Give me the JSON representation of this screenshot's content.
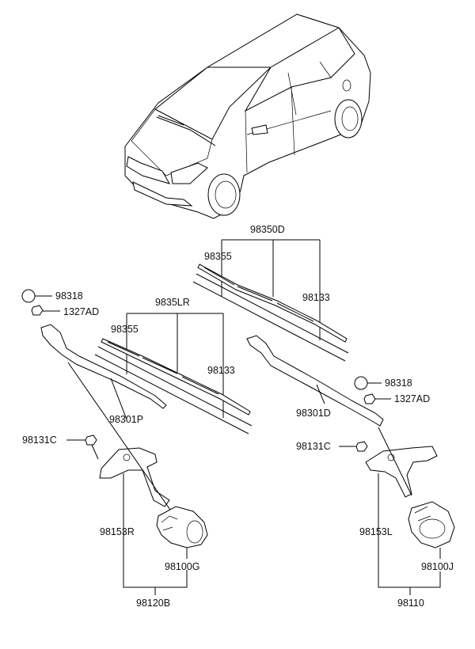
{
  "labels": {
    "blade_assy_driver": "98350D",
    "refill_driver_a": "98355",
    "refill_driver_b": "98133",
    "blade_assy_passenger": "9835LR",
    "refill_passenger_a": "98355",
    "refill_passenger_b": "98133",
    "cap_left": "98318",
    "nut_left": "1327AD",
    "arm_left": "98301P",
    "bolt_left": "98131C",
    "linkage_left": "98153R",
    "motor_left": "98100G",
    "assy_left": "98120B",
    "cap_right": "98318",
    "nut_right": "1327AD",
    "arm_right": "98301D",
    "bolt_right": "98131C",
    "linkage_right": "98153L",
    "motor_right": "98100J",
    "assy_right": "98110"
  }
}
